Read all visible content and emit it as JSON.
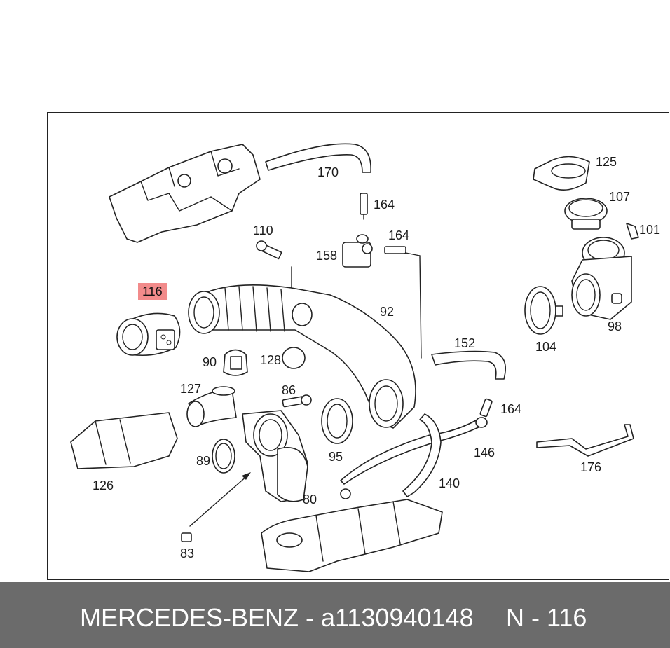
{
  "diagram": {
    "highlight_color": "#f28b8b",
    "highlighted_part": "116",
    "labels": {
      "p116": "116",
      "p170": "170",
      "p164a": "164",
      "p125": "125",
      "p107": "107",
      "p101": "101",
      "p110": "110",
      "p164b": "164",
      "p158": "158",
      "p92": "92",
      "p104": "104",
      "p98": "98",
      "p152": "152",
      "p90": "90",
      "p128": "128",
      "p127": "127",
      "p86": "86",
      "p164c": "164",
      "p95": "95",
      "p146": "146",
      "p176": "176",
      "p89": "89",
      "p126": "126",
      "p80": "80",
      "p140": "140",
      "p83": "83"
    }
  },
  "footer": {
    "brand_line": "MERCEDES-BENZ - a1130940148",
    "part_ref": "N - 116",
    "background": "#6b6b6b"
  }
}
